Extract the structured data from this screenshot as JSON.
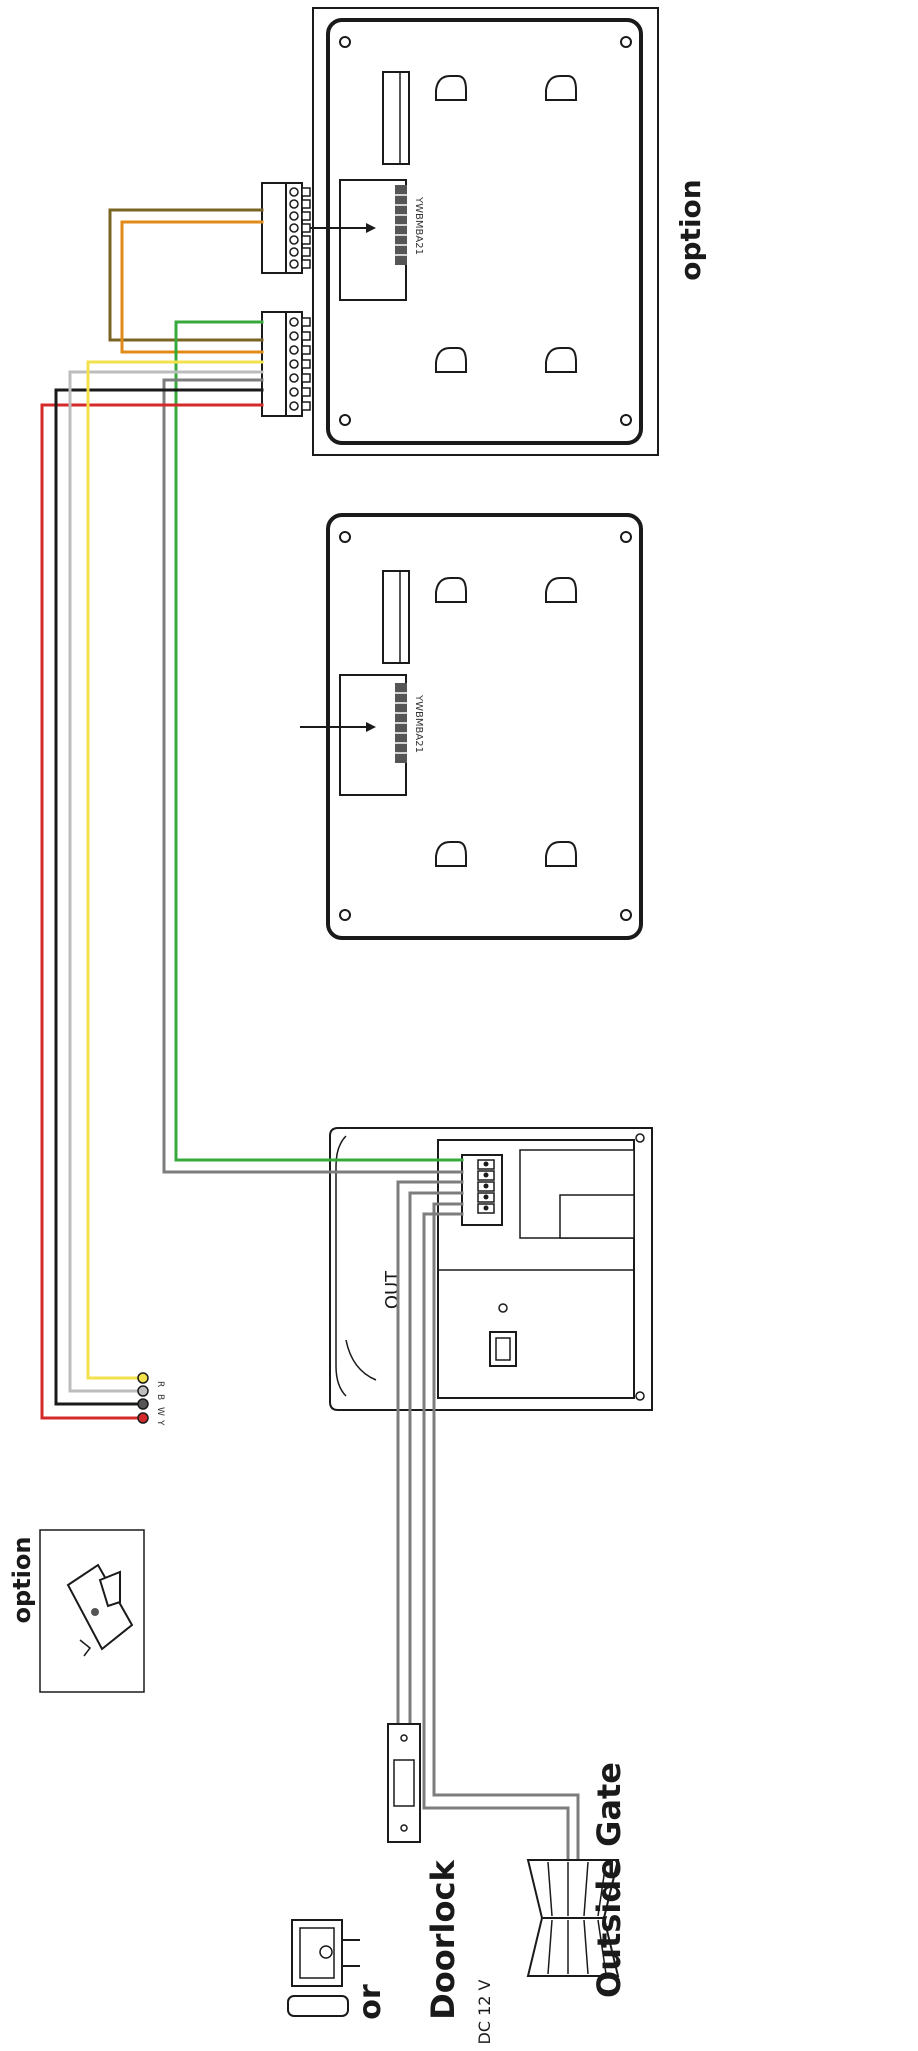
{
  "labels": {
    "option_top": "option",
    "option_right": "option",
    "or": "or",
    "doorlock": "Doorlock",
    "dc12v": "DC 12 V",
    "outside_gate": "Outside Gate",
    "out": "OUT",
    "model_1": "YWBMBA21",
    "model_2": "YWBMBA21",
    "camera_terminals": [
      "Y",
      "W",
      "B",
      "R"
    ]
  },
  "wire_colors": {
    "red": "#d42a2a",
    "black": "#1a1a1a",
    "white": "#bdbdbd",
    "yellow": "#f2e14a",
    "gray": "#7d7d7d",
    "green": "#37a83a",
    "brown": "#7a6423",
    "orange": "#e08a1a"
  }
}
